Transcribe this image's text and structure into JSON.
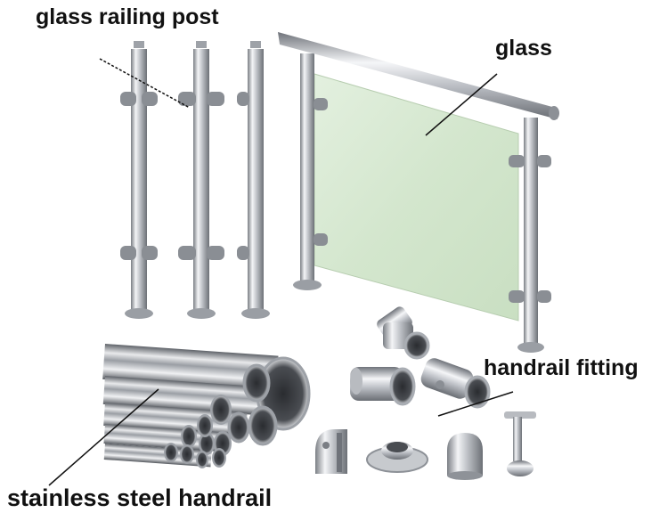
{
  "labels": {
    "glass_railing_post": "glass railing post",
    "glass": "glass",
    "handrail_fitting": "handrail fitting",
    "stainless_steel_handrail": "stainless steel handrail"
  },
  "colors": {
    "steel_light": "#f2f3f5",
    "steel_mid": "#b9bcc2",
    "steel_dark": "#6e7278",
    "glass_tint": "#dcebd7",
    "text": "#111111"
  }
}
